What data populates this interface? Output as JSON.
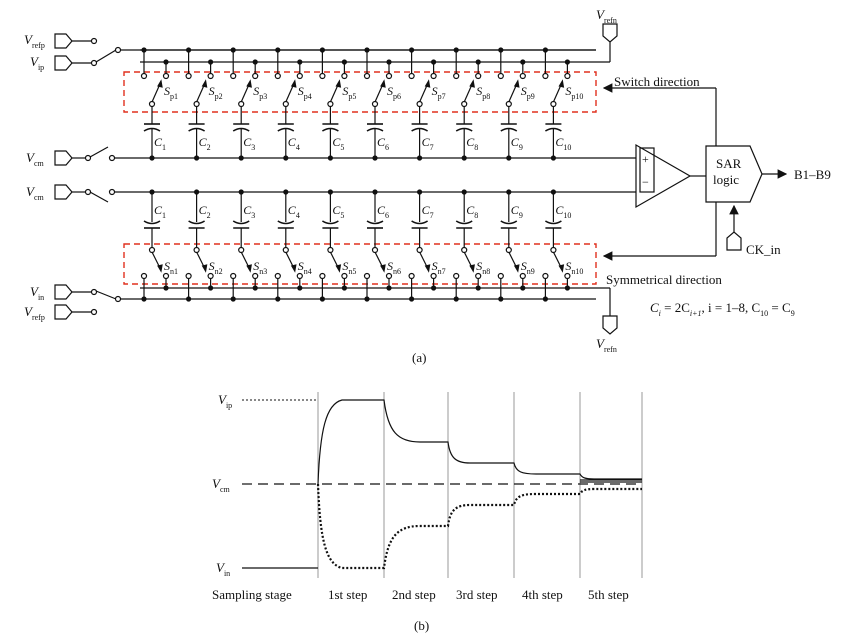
{
  "figure_a": {
    "caption": "(a)",
    "inputs": {
      "vrefp_top": {
        "main": "V",
        "sub": "refp"
      },
      "vip": {
        "main": "V",
        "sub": "ip"
      },
      "vcm_top": {
        "main": "V",
        "sub": "cm"
      },
      "vcm_bottom": {
        "main": "V",
        "sub": "cm"
      },
      "vin": {
        "main": "V",
        "sub": "in"
      },
      "vrefp_bottom": {
        "main": "V",
        "sub": "refp"
      }
    },
    "vrefn_top": {
      "main": "V",
      "sub": "refn"
    },
    "vrefn_bottom": {
      "main": "V",
      "sub": "refn"
    },
    "p_switches": [
      {
        "main": "S",
        "sub": "p1"
      },
      {
        "main": "S",
        "sub": "p2"
      },
      {
        "main": "S",
        "sub": "p3"
      },
      {
        "main": "S",
        "sub": "p4"
      },
      {
        "main": "S",
        "sub": "p5"
      },
      {
        "main": "S",
        "sub": "p6"
      },
      {
        "main": "S",
        "sub": "p7"
      },
      {
        "main": "S",
        "sub": "p8"
      },
      {
        "main": "S",
        "sub": "p9"
      },
      {
        "main": "S",
        "sub": "p10"
      }
    ],
    "n_switches": [
      {
        "main": "S",
        "sub": "n1"
      },
      {
        "main": "S",
        "sub": "n2"
      },
      {
        "main": "S",
        "sub": "n3"
      },
      {
        "main": "S",
        "sub": "n4"
      },
      {
        "main": "S",
        "sub": "n5"
      },
      {
        "main": "S",
        "sub": "n6"
      },
      {
        "main": "S",
        "sub": "n7"
      },
      {
        "main": "S",
        "sub": "n8"
      },
      {
        "main": "S",
        "sub": "n9"
      },
      {
        "main": "S",
        "sub": "n10"
      }
    ],
    "capacitors_top": [
      {
        "main": "C",
        "sub": "1"
      },
      {
        "main": "C",
        "sub": "2"
      },
      {
        "main": "C",
        "sub": "3"
      },
      {
        "main": "C",
        "sub": "4"
      },
      {
        "main": "C",
        "sub": "5"
      },
      {
        "main": "C",
        "sub": "6"
      },
      {
        "main": "C",
        "sub": "7"
      },
      {
        "main": "C",
        "sub": "8"
      },
      {
        "main": "C",
        "sub": "9"
      },
      {
        "main": "C",
        "sub": "10"
      }
    ],
    "capacitors_bottom": [
      {
        "main": "C",
        "sub": "1"
      },
      {
        "main": "C",
        "sub": "2"
      },
      {
        "main": "C",
        "sub": "3"
      },
      {
        "main": "C",
        "sub": "4"
      },
      {
        "main": "C",
        "sub": "5"
      },
      {
        "main": "C",
        "sub": "6"
      },
      {
        "main": "C",
        "sub": "7"
      },
      {
        "main": "C",
        "sub": "8"
      },
      {
        "main": "C",
        "sub": "9"
      },
      {
        "main": "C",
        "sub": "10"
      }
    ],
    "comparator_plus": "+",
    "comparator_minus": "−",
    "sar_line1": "SAR",
    "sar_line2": "logic",
    "output_label": "B1–B9",
    "clock_label": "CK_in",
    "switch_direction": "Switch direction",
    "symmetrical_direction": "Symmetrical direction",
    "formula": {
      "p1": "C",
      "s1": "i",
      "p2": " = 2C",
      "s2": "i+1",
      "p3": ", i = 1–8, C",
      "s3": "10",
      "p4": " = C",
      "s4": "9"
    },
    "colors": {
      "dashed_box": "#e0301e",
      "wire": "#111111"
    }
  },
  "figure_b": {
    "caption": "(b)",
    "y_labels": [
      {
        "main": "V",
        "sub": "ip"
      },
      {
        "main": "V",
        "sub": "cm"
      },
      {
        "main": "V",
        "sub": "in"
      }
    ],
    "stages": [
      "Sampling stage",
      "1st step",
      "2nd step",
      "3rd step",
      "4th step",
      "5th step"
    ]
  }
}
